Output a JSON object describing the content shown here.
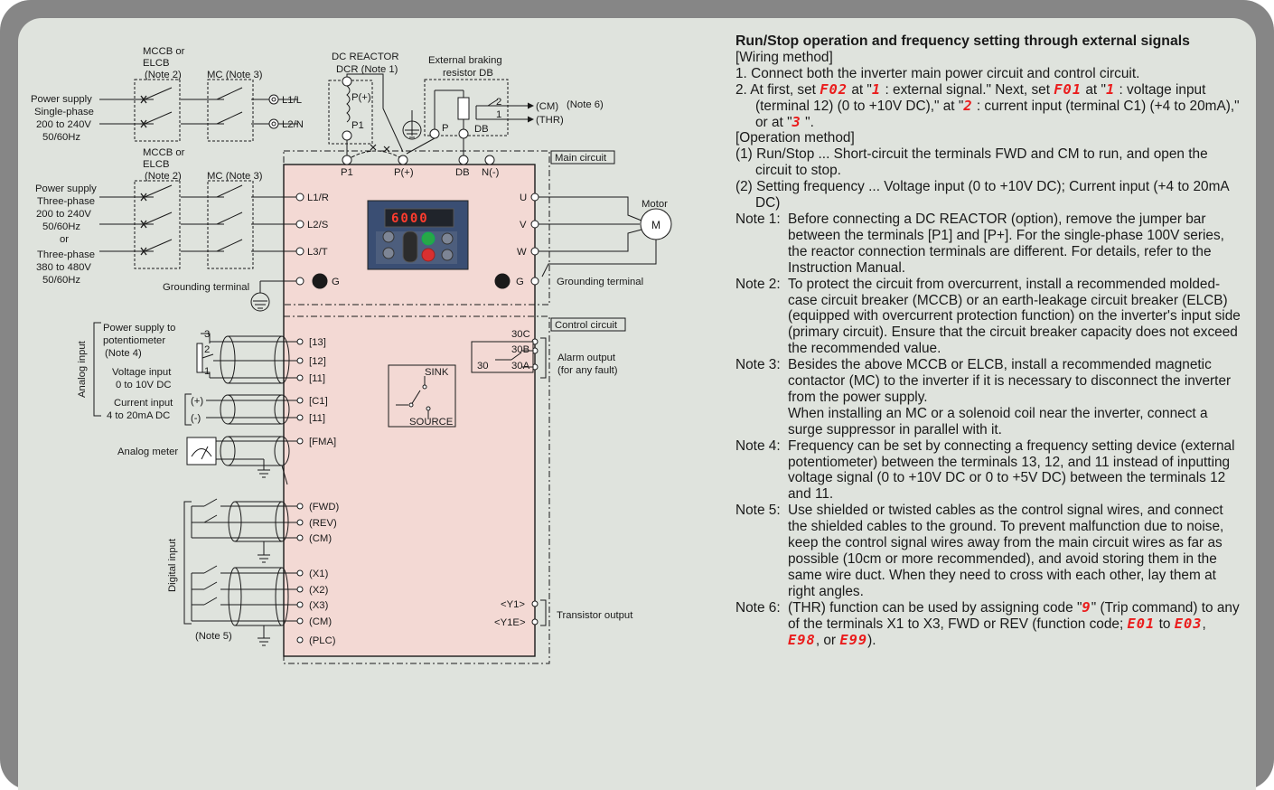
{
  "colors": {
    "frame": "#868686",
    "panel": "#dfe3dd",
    "inverter_body": "#f3d9d4",
    "segment_red": "#ea1c1c"
  },
  "diagram": {
    "power_supply_single": [
      "Power supply",
      "Single-phase",
      "200 to 240V",
      "50/60Hz"
    ],
    "power_supply_three": [
      "Power supply",
      "Three-phase",
      "200 to 240V",
      "50/60Hz",
      "or",
      "Three-phase",
      "380 to 480V",
      "50/60Hz"
    ],
    "mccb_single": [
      "MCCB or",
      "ELCB",
      "(Note 2)"
    ],
    "mccb_three": [
      "MCCB or",
      "ELCB",
      "(Note 2)"
    ],
    "mc_label": "MC (Note 3)",
    "dc_reactor": [
      "DC REACTOR",
      "DCR (Note 1)"
    ],
    "braking": [
      "External braking",
      "resistor DB"
    ],
    "reactor_terms": {
      "pplus": "P(+)",
      "p1": "P1"
    },
    "db_terms": {
      "p": "P",
      "db": "DB",
      "two": "2",
      "one": "1",
      "cm": "(CM)",
      "thr": "(THR)",
      "note6": "(Note 6)"
    },
    "single_terms": [
      "L1/L",
      "L2/N"
    ],
    "dc_terms": [
      "P1",
      "P(+)",
      "DB",
      "N(-)"
    ],
    "main_circuit": "Main circuit",
    "control_circuit": "Control circuit",
    "input_terms": [
      "L1/R",
      "L2/S",
      "L3/T"
    ],
    "output_terms": [
      "U",
      "V",
      "W"
    ],
    "motor_label": "Motor",
    "motor_symbol": "M",
    "g_label": "G",
    "grounding_terminal": "Grounding terminal",
    "keypad_display": "6000",
    "analog_input": "Analog input",
    "digital_input": "Digital input",
    "pot_supply": [
      "Power supply to",
      "potentiometer",
      "(Note 4)"
    ],
    "pot_nums": [
      "3",
      "2",
      "1"
    ],
    "voltage_input": [
      "Voltage input",
      "0 to 10V DC"
    ],
    "current_input": [
      "Current input",
      "4 to 20mA DC"
    ],
    "plus": "(+)",
    "minus": "(-)",
    "analog_meter": "Analog meter",
    "analog_terms": [
      "[13]",
      "[12]",
      "[11]",
      "[C1]",
      "[11]",
      "[FMA]"
    ],
    "digital_terms": [
      "(FWD)",
      "(REV)",
      "(CM)",
      "(X1)",
      "(X2)",
      "(X3)",
      "(CM)",
      "(PLC)"
    ],
    "note5": "(Note 5)",
    "sink": "SINK",
    "source": "SOURCE",
    "relay_terms": [
      "30C",
      "30B",
      "30A",
      "30"
    ],
    "alarm_output": [
      "Alarm output",
      "(for any fault)"
    ],
    "transistor_terms": [
      "<Y1>",
      "<Y1E>"
    ],
    "transistor_output": "Transistor output"
  },
  "notes": {
    "title": "Run/Stop operation and frequency setting through external signals",
    "wiring_header": "[Wiring method]",
    "wiring_1": "1. Connect both the inverter main power circuit and control circuit.",
    "w2_a": "2. At first, set ",
    "w2_code1": "F02",
    "w2_b": " at \"",
    "w2_code2": "1",
    "w2_c": " : external signal.\" Next, set ",
    "w2_code3": "F01",
    "w2_d": " at \"",
    "w2_code4": "1",
    "w2_e": " : voltage input (terminal 12) (0 to +10V DC),\" at \"",
    "w2_code5": "2",
    "w2_f": " : current input (terminal C1) (+4 to 20mA),\" or at \"",
    "w2_code6": "3",
    "w2_g": " \".",
    "operation_header": "[Operation method]",
    "op1": "(1) Run/Stop ... Short-circuit the terminals FWD and CM to run, and open the circuit to stop.",
    "op2": "(2) Setting frequency ... Voltage input (0 to +10V DC); Current input (+4 to 20mA DC)",
    "note1_label": "Note 1:",
    "note1": "Before connecting a DC REACTOR (option), remove the jumper bar between the terminals [P1] and [P+]. For the single-phase 100V series, the reactor connection terminals are different. For details, refer to the Instruction Manual.",
    "note2_label": "Note 2:",
    "note2": "To protect the circuit from overcurrent, install a recommended molded-case circuit breaker (MCCB) or an earth-leakage circuit breaker (ELCB) (equipped with overcurrent protection function) on the inverter's input side (primary circuit). Ensure that the circuit breaker capacity does not exceed the recommended value.",
    "note3_label": "Note 3:",
    "note3a": "Besides the above MCCB or ELCB, install a recommended magnetic contactor (MC) to the inverter if it is necessary to disconnect the inverter from the power supply.",
    "note3b": "When installing an MC or a solenoid coil near the inverter, connect a surge suppressor in parallel with it.",
    "note4_label": "Note 4:",
    "note4": "Frequency can be set by connecting a frequency setting device (external potentiometer) between the terminals 13, 12, and 11 instead of inputting voltage signal (0 to +10V DC or 0 to +5V DC) between the terminals 12 and 11.",
    "note5_label": "Note 5:",
    "note5": "Use shielded or twisted cables as the control signal wires, and connect the shielded cables to the ground. To prevent malfunction due to noise, keep the control signal wires away from the main circuit wires as far as possible (10cm or more recommended), and avoid storing them in the same wire duct. When they need to cross with each other, lay them at right angles.",
    "note6_label": "Note 6:",
    "n6_a": "(THR) function can be used by assigning code \"",
    "n6_code": "9",
    "n6_b": "\" (Trip command) to any of the terminals X1 to X3, FWD or REV (function code; ",
    "n6_c1": "E01",
    "n6_to": " to ",
    "n6_c2": "E03",
    "n6_comma1": ", ",
    "n6_c3": "E98",
    "n6_or": ", or ",
    "n6_c4": "E99",
    "n6_end": ")."
  }
}
